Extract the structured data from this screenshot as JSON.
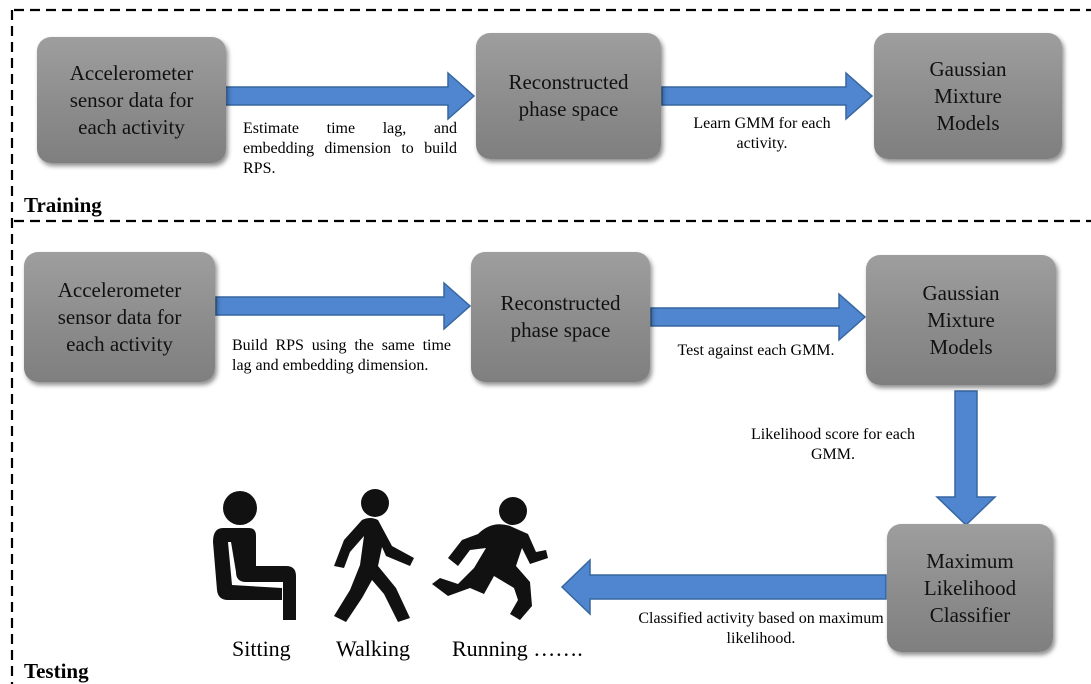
{
  "colors": {
    "box_fill": "#8f8f8f",
    "arrow_fill": "#4f86cf",
    "arrow_stroke": "#36679f",
    "dash_line": "#000000",
    "figure_fill": "#111111"
  },
  "training": {
    "label": "Training",
    "box_sensor": "Accelerometer\nsensor data for\neach activity",
    "box_rps": "Reconstructed\nphase space",
    "box_gmm": "Gaussian\nMixture\nModels",
    "note_1": "Estimate time lag, and embedding dimension to build RPS.",
    "note_2": "Learn GMM for each activity."
  },
  "testing": {
    "label": "Testing",
    "box_sensor": "Accelerometer\nsensor data for\neach activity",
    "box_rps": "Reconstructed\nphase space",
    "box_gmm": "Gaussian\nMixture\nModels",
    "box_classifier": "Maximum\nLikelihood\nClassifier",
    "note_1": "Build RPS using the same time lag and embedding dimension.",
    "note_2": "Test against each GMM.",
    "note_3": "Likelihood score for each GMM.",
    "note_4": "Classified activity based on maximum likelihood."
  },
  "activities": {
    "sitting": "Sitting",
    "walking": "Walking",
    "running": "Running ……."
  },
  "icons": [
    "sitting-person-icon",
    "walking-person-icon",
    "running-person-icon"
  ]
}
